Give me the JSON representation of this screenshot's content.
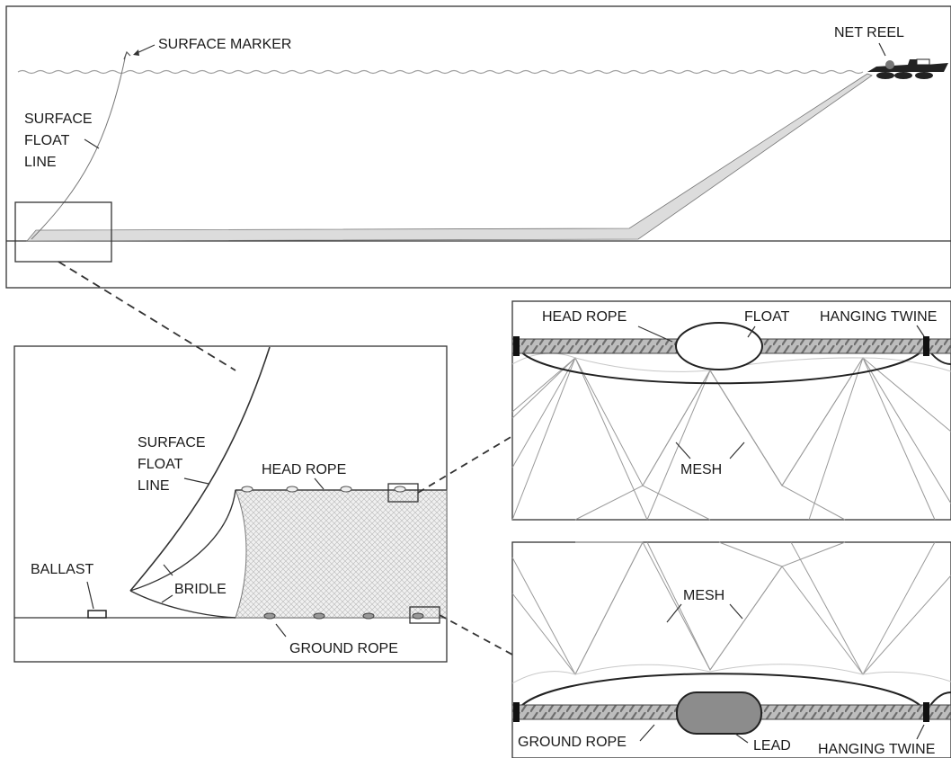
{
  "overview": {
    "surface_marker": "SURFACE MARKER",
    "net_reel": "NET REEL",
    "surface_float_line": [
      "SURFACE",
      "FLOAT",
      "LINE"
    ]
  },
  "detail": {
    "surface_float_line": [
      "SURFACE",
      "FLOAT",
      "LINE"
    ],
    "head_rope": "HEAD ROPE",
    "ballast": "BALLAST",
    "bridle": "BRIDLE",
    "ground_rope": "GROUND ROPE"
  },
  "top_zoom": {
    "head_rope": "HEAD ROPE",
    "float": "FLOAT",
    "hanging_twine": "HANGING TWINE",
    "mesh": "MESH"
  },
  "bottom_zoom": {
    "mesh": "MESH",
    "ground_rope": "GROUND ROPE",
    "lead": "LEAD",
    "hanging_twine": "HANGING TWINE"
  },
  "colors": {
    "line": "#333333",
    "net_fill": "#e0e0e0",
    "lead_fill": "#8c8c8c",
    "rope": "#9a9a9a"
  }
}
